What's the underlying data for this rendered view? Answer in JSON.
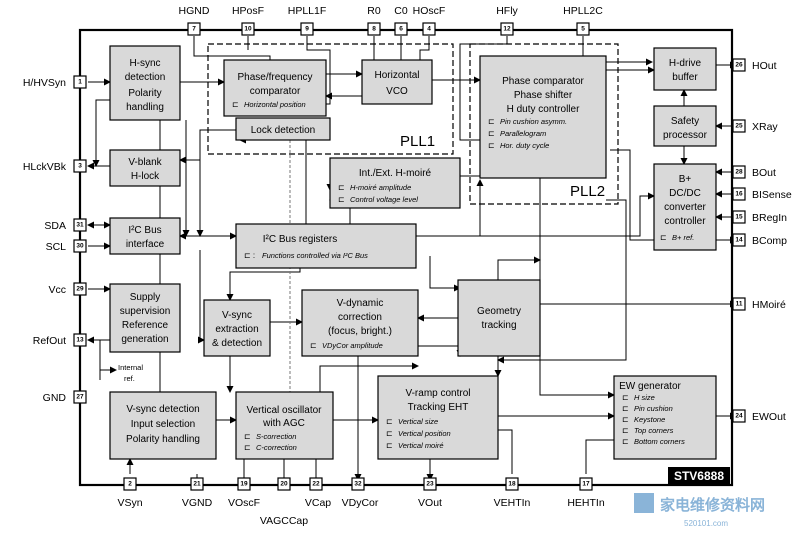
{
  "chip_name": "STV6888",
  "pll_labels": {
    "pll1": "PLL1",
    "pll2": "PLL2"
  },
  "pins": {
    "hgnd": {
      "num": "7",
      "name": "HGND"
    },
    "hposf": {
      "num": "10",
      "name": "HPosF"
    },
    "hpll1f": {
      "num": "9",
      "name": "HPLL1F"
    },
    "r0": {
      "num": "8",
      "name": "R0"
    },
    "c0": {
      "num": "6",
      "name": "C0"
    },
    "hoscf": {
      "num": "4",
      "name": "HOscF"
    },
    "hfly": {
      "num": "12",
      "name": "HFly"
    },
    "hpll2c": {
      "num": "5",
      "name": "HPLL2C"
    },
    "hhvsyn": {
      "num": "1",
      "name": "H/HVSyn"
    },
    "hlckvbk": {
      "num": "3",
      "name": "HLckVBk"
    },
    "sda": {
      "num": "31",
      "name": "SDA"
    },
    "scl": {
      "num": "30",
      "name": "SCL"
    },
    "vcc": {
      "num": "29",
      "name": "Vcc"
    },
    "refout": {
      "num": "13",
      "name": "RefOut"
    },
    "gnd": {
      "num": "27",
      "name": "GND"
    },
    "hout": {
      "num": "26",
      "name": "HOut"
    },
    "xray": {
      "num": "25",
      "name": "XRay"
    },
    "bout": {
      "num": "28",
      "name": "BOut"
    },
    "bisense": {
      "num": "16",
      "name": "BISense"
    },
    "bregin": {
      "num": "15",
      "name": "BRegIn"
    },
    "bcomp": {
      "num": "14",
      "name": "BComp"
    },
    "hmoire": {
      "num": "11",
      "name": "HMoiré"
    },
    "ewout": {
      "num": "24",
      "name": "EWOut"
    },
    "vsyn": {
      "num": "2",
      "name": "VSyn"
    },
    "vgnd": {
      "num": "21",
      "name": "VGND"
    },
    "voscf": {
      "num": "19",
      "name": "VOscF"
    },
    "vagccap": {
      "num": "20",
      "name": "VAGCCap"
    },
    "vcap": {
      "num": "22",
      "name": "VCap"
    },
    "vdycor": {
      "num": "32",
      "name": "VDyCor"
    },
    "vout": {
      "num": "23",
      "name": "VOut"
    },
    "vehtin": {
      "num": "18",
      "name": "VEHTIn"
    },
    "hehtin": {
      "num": "17",
      "name": "HEHTIn"
    }
  },
  "blocks": {
    "hsync": {
      "l1": "H-sync",
      "l2": "detection",
      "l3": "Polarity",
      "l4": "handling"
    },
    "phase_freq": {
      "l1": "Phase/frequency",
      "l2": "comparator",
      "sub": "Horizontal position"
    },
    "hvco": {
      "l1": "Horizontal",
      "l2": "VCO"
    },
    "lock_det": {
      "l1": "Lock detection"
    },
    "phase_comp": {
      "l1": "Phase comparator",
      "l2": "Phase shifter",
      "l3": "H duty controller",
      "s1": "Pin cushion asymm.",
      "s2": "Parallelogram",
      "s3": "Hor. duty cycle"
    },
    "hdrive": {
      "l1": "H-drive",
      "l2": "buffer"
    },
    "safety": {
      "l1": "Safety",
      "l2": "processor"
    },
    "vblank": {
      "l1": "V-blank",
      "l2": "H-lock"
    },
    "hmoire_blk": {
      "l1": "Int./Ext. H-moiré",
      "s1": "H-moiré amplitude",
      "s2": "Control voltage level"
    },
    "bplus": {
      "l1": "B+",
      "l2": "DC/DC",
      "l3": "converter",
      "l4": "controller",
      "s1": "B+ ref."
    },
    "i2c_if": {
      "l1": "I²C Bus",
      "l2": "interface"
    },
    "i2c_reg": {
      "l1": "I²C Bus registers",
      "s1": "Functions controlled via I²C Bus"
    },
    "supply": {
      "l1": "Supply",
      "l2": "supervision",
      "l3": "Reference",
      "l4": "generation"
    },
    "vsync_ext": {
      "l1": "V-sync",
      "l2": "extraction",
      "l3": "& detection"
    },
    "vdyn": {
      "l1": "V-dynamic",
      "l2": "correction",
      "l3": "(focus, bright.)",
      "s1": "VDyCor amplitude"
    },
    "geometry": {
      "l1": "Geometry",
      "l2": "tracking"
    },
    "internal_ref": {
      "l1": "Internal",
      "l2": "ref."
    },
    "vsync_det": {
      "l1": "V-sync detection",
      "l2": "Input selection",
      "l3": "Polarity handling"
    },
    "vosc": {
      "l1": "Vertical oscillator",
      "l2": "with AGC",
      "s1": "S-correction",
      "s2": "C-correction"
    },
    "vramp": {
      "l1": "V-ramp control",
      "l2": "Tracking EHT",
      "s1": "Vertical size",
      "s2": "Vertical position",
      "s3": "Vertical moiré"
    },
    "ewgen": {
      "l1": "EW generator",
      "s1": "H size",
      "s2": "Pin cushion",
      "s3": "Keystone",
      "s4": "Top corners",
      "s5": "Bottom corners"
    }
  },
  "watermark": {
    "cn": "家电维修资料网",
    "url": "520101.com"
  }
}
